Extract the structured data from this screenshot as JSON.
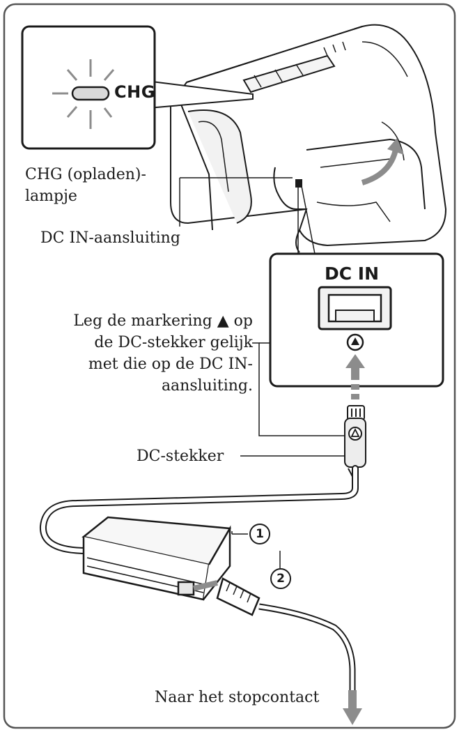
{
  "labels": {
    "chg_badge": "CHG",
    "chg_lamp_line1": "CHG (opladen)-",
    "chg_lamp_line2": "lampje",
    "dc_in_jack": "DC IN-aansluiting",
    "dc_in_badge": "DC IN",
    "align_line1": "Leg de markering ▲ op",
    "align_line2": "de DC-stekker gelijk",
    "align_line3": "met die op de DC IN-",
    "align_line4": "aansluiting.",
    "dc_plug": "DC-stekker",
    "callout_1": "1",
    "callout_2": "2",
    "to_outlet": "Naar het stopcontact"
  },
  "colors": {
    "line": "#1a1a1a",
    "frame": "#555555",
    "device_shade": "#e9e9e9",
    "arrow_gray": "#8c8c8c"
  },
  "icons": [
    "blinking-lamp-icon",
    "up-arrow-icon",
    "down-arrow-icon",
    "triangle-mark-icon"
  ]
}
